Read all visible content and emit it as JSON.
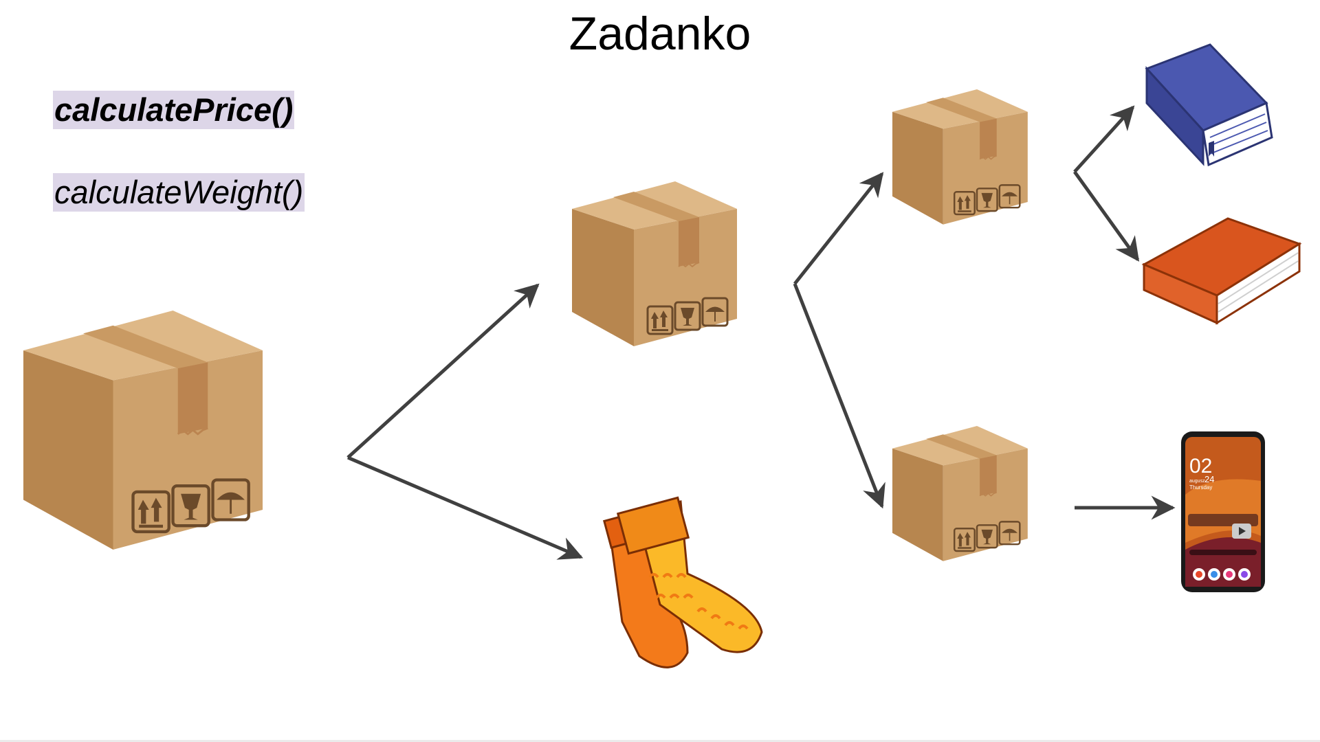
{
  "slide": {
    "title": "Zadanko",
    "methods": [
      "calculatePrice()",
      "calculateWeight()"
    ]
  },
  "colors": {
    "box_front": "#cda16c",
    "box_side": "#b7864f",
    "box_top": "#deb887",
    "tape": "#bb8450",
    "arrow": "#404040",
    "book_blue": "#4b58b0",
    "book_orange": "#d9551e",
    "sock": "#f59a1c",
    "method_highlight": "#ddd6e8"
  },
  "icons": {
    "large_box": "cardboard-box-icon",
    "socks": "socks-icon",
    "books": "book-icon",
    "phone": "smartphone-icon"
  },
  "phone_screen": {
    "time": "02",
    "month": "augusz",
    "day": "24",
    "weekday": "Thursday"
  }
}
